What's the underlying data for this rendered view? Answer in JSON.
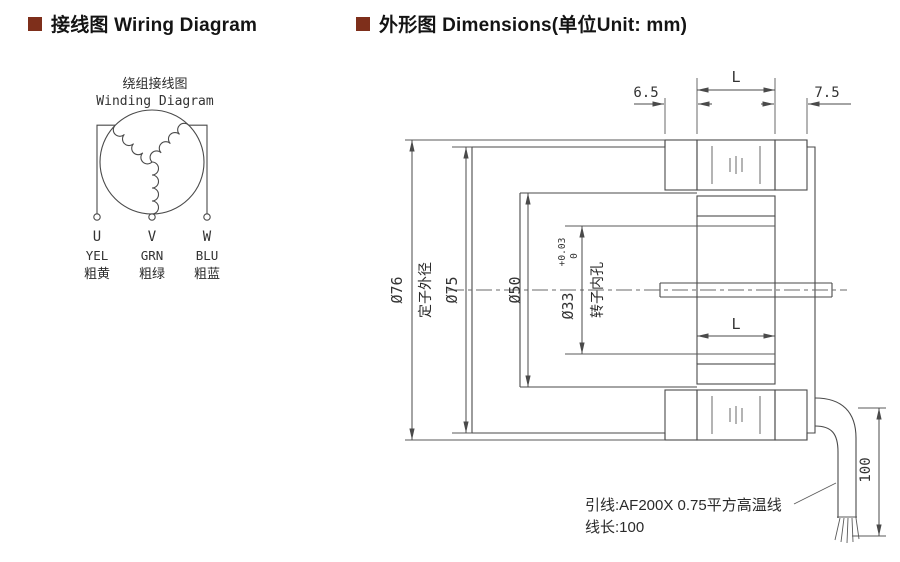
{
  "page": {
    "background": "#ffffff",
    "accent_color": "#7e2f1b",
    "line_color": "#4a4a4a",
    "text_color": "#1f1f1f"
  },
  "sections": {
    "wiring": {
      "title": "接线图 Wiring Diagram"
    },
    "dimensions": {
      "title": "外形图 Dimensions(单位Unit: mm)"
    }
  },
  "winding_diagram": {
    "title_cn": "绕组接线图",
    "title_en": "Winding Diagram",
    "terminals": [
      {
        "id": "U",
        "wire_code": "YEL",
        "wire_cn": "粗黄"
      },
      {
        "id": "V",
        "wire_code": "GRN",
        "wire_cn": "粗绿"
      },
      {
        "id": "W",
        "wire_code": "BLU",
        "wire_cn": "粗蓝"
      }
    ]
  },
  "dimension_drawing": {
    "stack_length_top": "L",
    "left_end_width": "6.5",
    "right_end_width": "7.5",
    "stator_od": "Ø76",
    "stator_od_label": "定子外径",
    "housing_od": "Ø75",
    "bore_id": "Ø50",
    "rotor_hole": "Ø33",
    "rotor_hole_tol_upper": "+0.03",
    "rotor_hole_tol_lower": "0",
    "rotor_hole_label": "转子内孔",
    "stack_length_mid": "L",
    "lead_length": "100",
    "lead_note_line1": "引线:AF200X 0.75平方高温线",
    "lead_note_line2": "线长:100"
  }
}
